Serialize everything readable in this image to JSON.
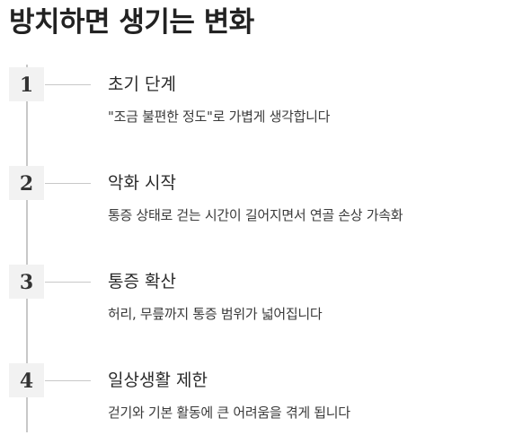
{
  "title": "방치하면 생기는 변화",
  "steps": [
    {
      "number": "1",
      "title": "초기 단계",
      "description": "\"조금 불편한 정도\"로 가볍게 생각합니다"
    },
    {
      "number": "2",
      "title": "악화 시작",
      "description": "통증 상태로 걷는 시간이 길어지면서 연골 손상 가속화"
    },
    {
      "number": "3",
      "title": "통증 확산",
      "description": "허리, 무릎까지 통증 범위가 넓어집니다"
    },
    {
      "number": "4",
      "title": "일상생활 제한",
      "description": "걷기와 기본 활동에 큰 어려움을 겪게 됩니다"
    }
  ]
}
